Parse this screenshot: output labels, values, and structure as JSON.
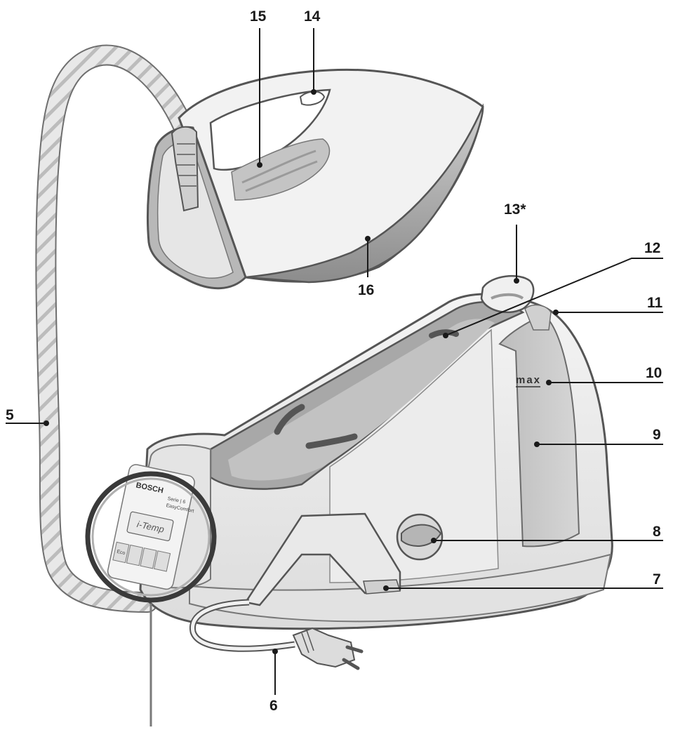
{
  "labels": {
    "l5": "5",
    "l6": "6",
    "l7": "7",
    "l8": "8",
    "l9": "9",
    "l10": "10",
    "l11": "11",
    "l12": "12",
    "l13": "13*",
    "l14": "14",
    "l15": "15",
    "l16": "16"
  },
  "tank_marking": "max",
  "control_panel": {
    "brand": "BOSCH",
    "series": "Serie | 6",
    "model": "EasyComfort",
    "display": "i-Temp",
    "button_labels": [
      "Eco",
      "",
      "",
      ""
    ]
  },
  "colors": {
    "body_light": "#efefef",
    "body_mid": "#d4d4d4",
    "body_dark": "#9a9a9a",
    "outline": "#555555",
    "cable": "#e6e6e6",
    "cable_stripe": "#bdbdbd"
  }
}
